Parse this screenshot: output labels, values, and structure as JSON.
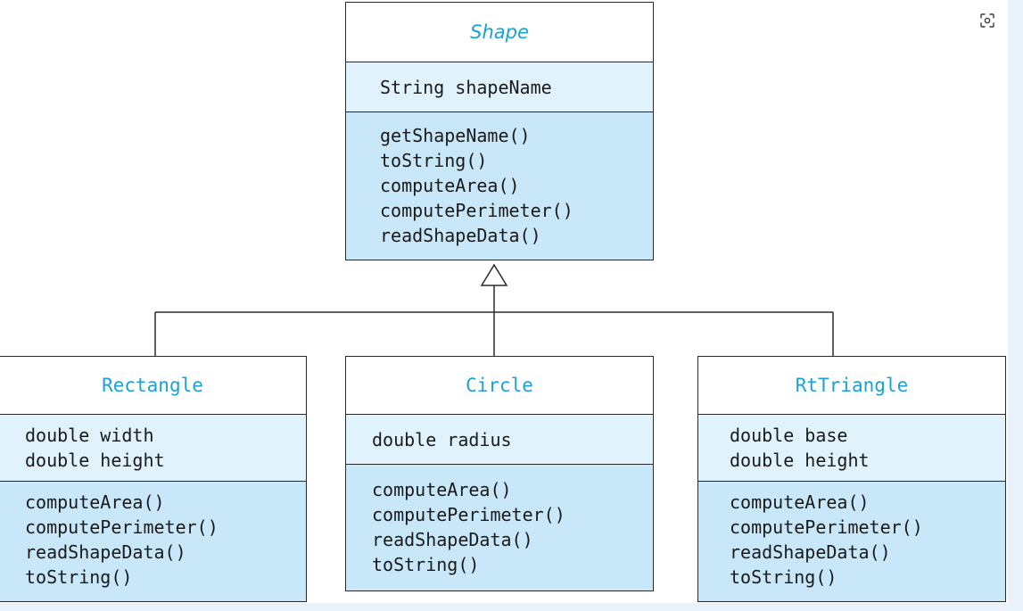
{
  "classes": {
    "shape": {
      "name": "Shape",
      "attributes": [
        "String shapeName"
      ],
      "methods": [
        "getShapeName()",
        "toString()",
        "computeArea()",
        "computePerimeter()",
        "readShapeData()"
      ]
    },
    "rectangle": {
      "name": "Rectangle",
      "attributes": [
        "double width",
        "double height"
      ],
      "methods": [
        "computeArea()",
        "computePerimeter()",
        "readShapeData()",
        "toString()"
      ]
    },
    "circle": {
      "name": "Circle",
      "attributes": [
        "double radius"
      ],
      "methods": [
        "computeArea()",
        "computePerimeter()",
        "readShapeData()",
        "toString()"
      ]
    },
    "rttriangle": {
      "name": "RtTriangle",
      "attributes": [
        "double base",
        "double height"
      ],
      "methods": [
        "computeArea()",
        "computePerimeter()",
        "readShapeData()",
        "toString()"
      ]
    }
  },
  "relationships": [
    {
      "type": "inheritance",
      "from": "Rectangle",
      "to": "Shape"
    },
    {
      "type": "inheritance",
      "from": "Circle",
      "to": "Shape"
    },
    {
      "type": "inheritance",
      "from": "RtTriangle",
      "to": "Shape"
    }
  ],
  "icons": {
    "focus": "focus-icon"
  },
  "colors": {
    "class_name": "#1ba1d6",
    "attributes_bg": "#e0f2fc",
    "methods_bg": "#c8e8fa"
  }
}
